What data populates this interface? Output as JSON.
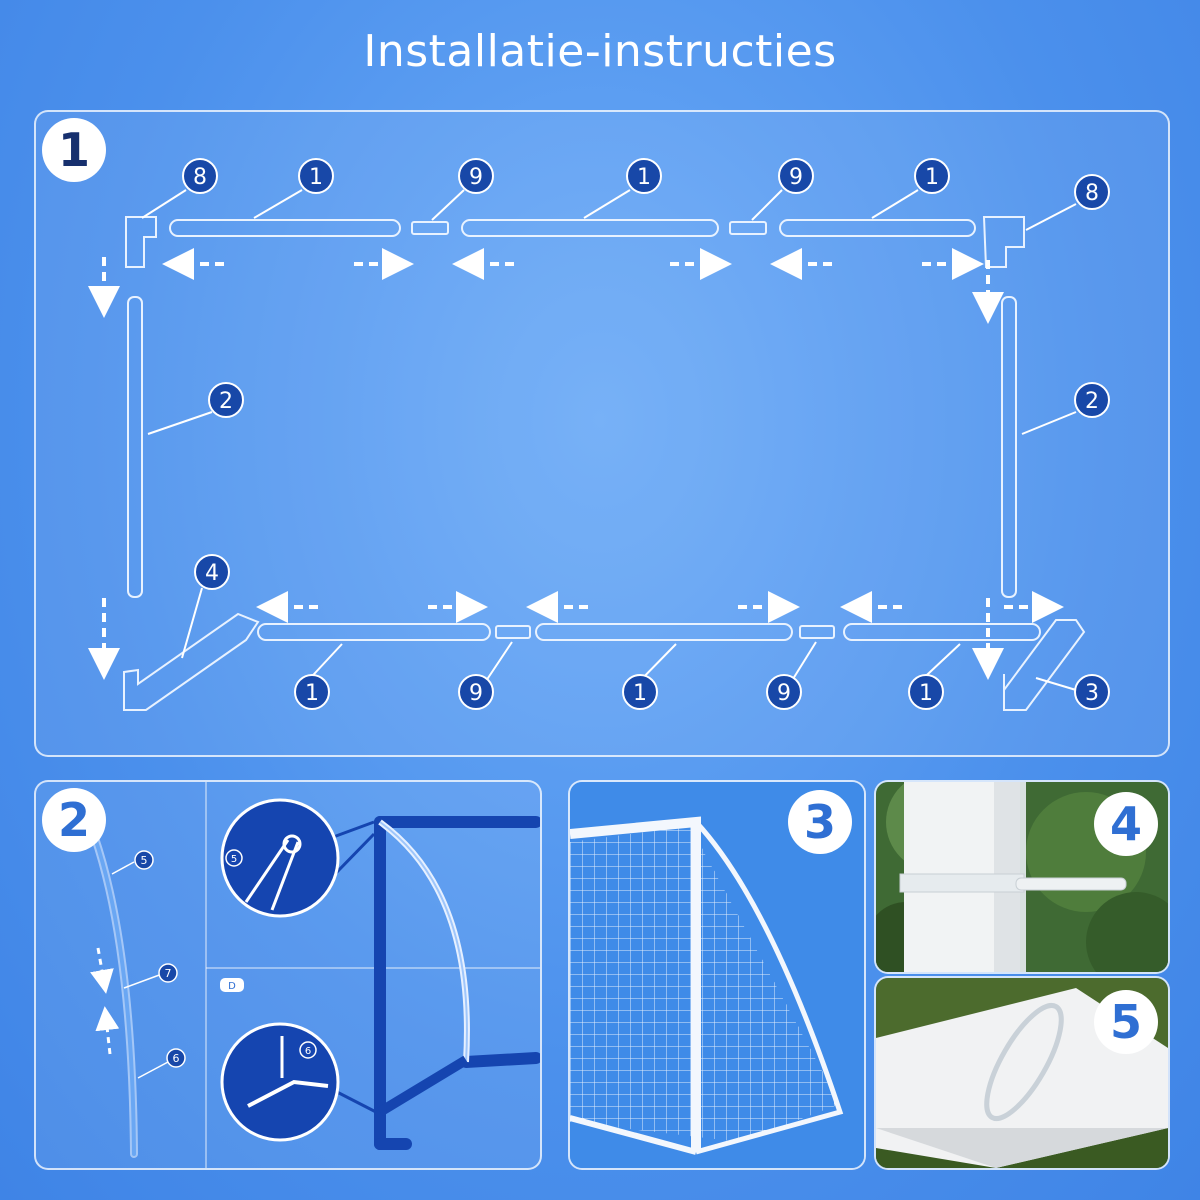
{
  "title": "Installatie-instructies",
  "colors": {
    "background": "#4d93ee",
    "badge_fill": "#1848a8",
    "accent": "#2f6fd3"
  },
  "steps": {
    "s1": "1",
    "s2": "2",
    "s3": "3",
    "s4": "4",
    "s5": "5"
  },
  "parts": {
    "top": [
      "8",
      "1",
      "9",
      "1",
      "9",
      "1",
      "8"
    ],
    "side_left": "2",
    "side_right": "2",
    "left_corner": "4",
    "right_corner": "3",
    "bottom": [
      "1",
      "9",
      "1",
      "9",
      "1"
    ],
    "step2": [
      "5",
      "7",
      "6",
      "5",
      "6"
    ],
    "step2_tag": "D"
  }
}
